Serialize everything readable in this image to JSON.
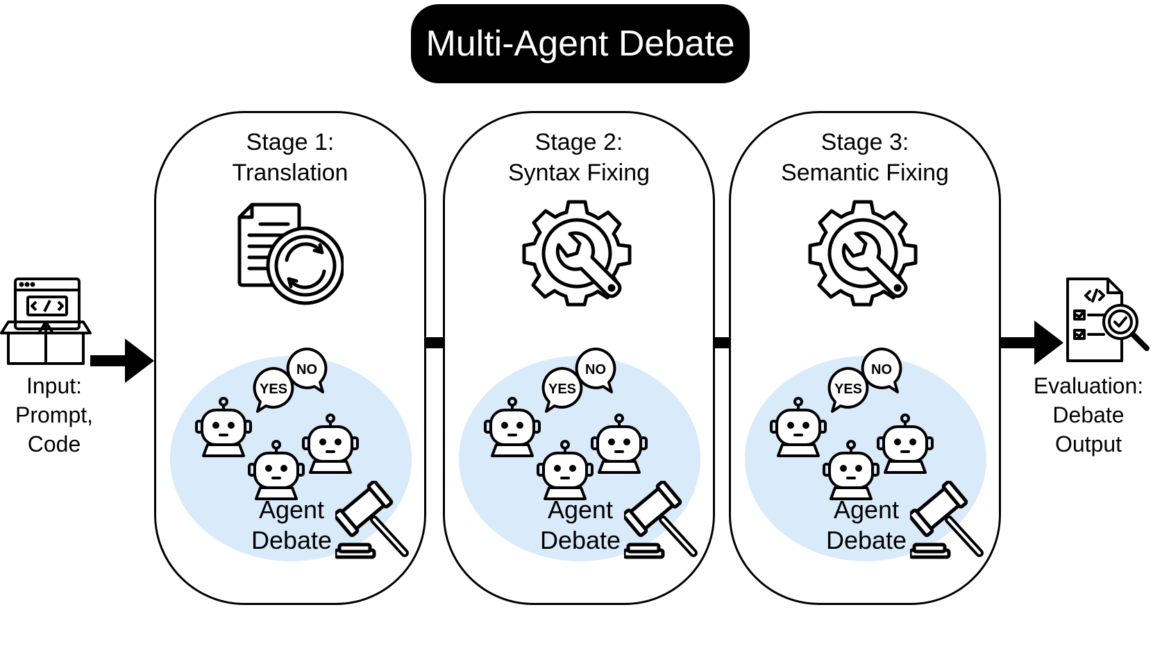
{
  "title": "Multi-Agent Debate",
  "input": {
    "label_lines": [
      "Input:",
      "Prompt,",
      "Code"
    ],
    "icon": "code-box-icon"
  },
  "output": {
    "label_lines": [
      "Evaluation:",
      "Debate",
      "Output"
    ],
    "icon": "code-review-document-icon"
  },
  "stages": [
    {
      "heading": "Stage 1:",
      "name": "Translation",
      "icon": "document-sync-icon",
      "debate_lines": [
        "Agent",
        "Debate"
      ],
      "bubbles": [
        "YES",
        "NO"
      ]
    },
    {
      "heading": "Stage 2:",
      "name": "Syntax Fixing",
      "icon": "gear-wrench-icon",
      "debate_lines": [
        "Agent",
        "Debate"
      ],
      "bubbles": [
        "YES",
        "NO"
      ]
    },
    {
      "heading": "Stage 3:",
      "name": "Semantic Fixing",
      "icon": "gear-wrench-icon",
      "debate_lines": [
        "Agent",
        "Debate"
      ],
      "bubbles": [
        "YES",
        "NO"
      ]
    }
  ],
  "colors": {
    "debate_background": "#d9eafa",
    "title_background": "#000000",
    "title_text": "#ffffff"
  }
}
